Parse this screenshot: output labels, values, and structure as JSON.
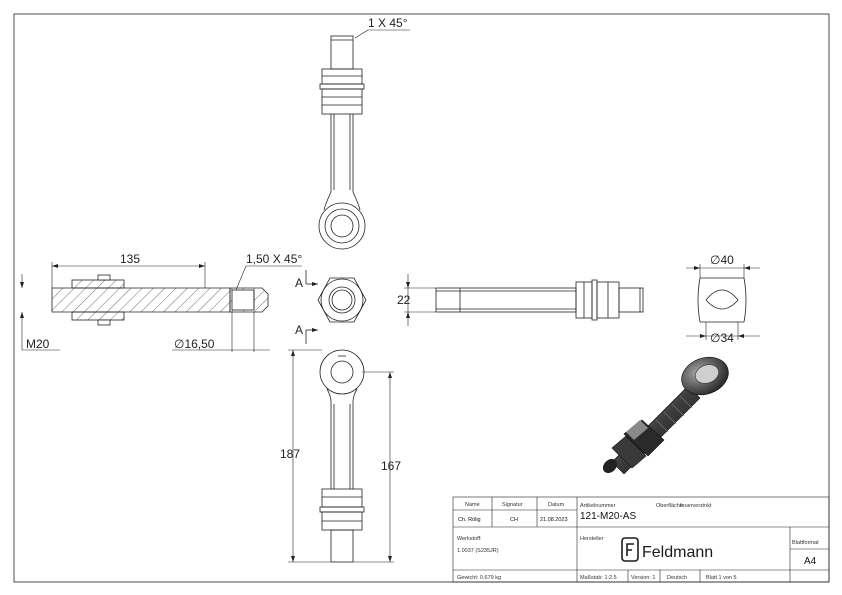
{
  "dimensions": {
    "chamfer_top": "1 X 45°",
    "length_135": "135",
    "chamfer_thread": "1,50 X 45°",
    "thread": "M20",
    "diameter_hole": "∅16,50",
    "section_a_top": "A",
    "section_a_bottom": "A",
    "width_22": "22",
    "length_187": "187",
    "length_167": "167",
    "diameter_40": "∅40",
    "diameter_34": "∅34"
  },
  "title_block": {
    "header_name": "Name",
    "header_signature": "Signatur",
    "header_date": "Datum",
    "name_value": "Ch. Rölig",
    "signature_value": "CH",
    "date_value": "21.08.2023",
    "article_label": "Artikelnummer",
    "article_value": "121-M20-AS",
    "surface_label": "Oberfläche:",
    "surface_value": "feuerverzinkt",
    "material_label": "Werkstoff:",
    "material_value": "1.0037 (S235JR)",
    "manufacturer_label": "Hersteller",
    "brand_name": "Feldmann",
    "sheet_format_label": "Blattformat",
    "sheet_format_value": "A4",
    "weight": "Gewicht: 0.679 kg",
    "scale": "Maßstab: 1:2.5",
    "version": "Version: 1",
    "language": "Deutsch",
    "sheet_number": "Blatt 1 von 5"
  },
  "colors": {
    "line": "#222222",
    "hatch": "#333333",
    "brand": "#1b1b1b"
  }
}
